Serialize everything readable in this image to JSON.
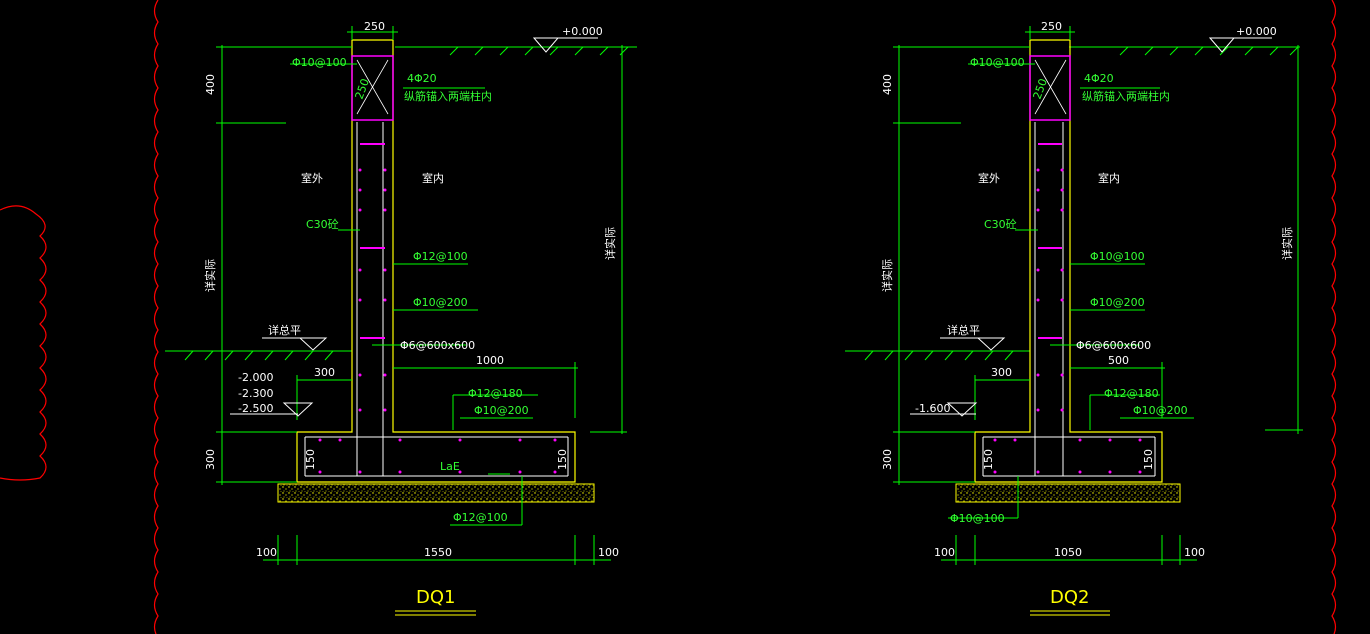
{
  "colors": {
    "background": "#000000",
    "dimension": "#00ff00",
    "outline": "#ffffff",
    "concrete": "#ffff00",
    "rebar": "#ff00ff",
    "revision_cloud": "#ff0000"
  },
  "sections": [
    {
      "title": "DQ1",
      "dims": {
        "wall_thickness": "250",
        "top_height": "400",
        "base_height": "300",
        "edge_left": "100",
        "edge_right": "100",
        "base_width": "1550",
        "heel_width": "1000",
        "toe_width": "300",
        "beam_size": "250",
        "base_150_left": "150",
        "base_150_right": "150"
      },
      "labels": {
        "elev_top": "+0.000",
        "stirrup_top": "Φ10@100",
        "beam_bars_line1": "4Φ20",
        "beam_bars_line2": "纵筋锚入两端柱内",
        "outside": "室外",
        "inside": "室内",
        "concrete_grade": "C30砼",
        "rebar_1": "Φ12@100",
        "rebar_2": "Φ10@200",
        "tie_bars": "Φ6@600x600",
        "rebar_heel_top": "Φ12@180",
        "rebar_heel_dist": "Φ10@200",
        "anchor_len": "LaE",
        "rebar_bottom": "Φ12@100",
        "elevations": [
          "-2.000",
          "-2.300",
          "-2.500"
        ],
        "ground_left": "详总平",
        "vert_left": "详实际",
        "vert_right": "详实际"
      }
    },
    {
      "title": "DQ2",
      "dims": {
        "wall_thickness": "250",
        "top_height": "400",
        "base_height": "300",
        "edge_left": "100",
        "edge_right": "100",
        "base_width": "1050",
        "heel_width": "500",
        "toe_width": "300",
        "beam_size": "250",
        "base_150_left": "150",
        "base_150_right": "150"
      },
      "labels": {
        "elev_top": "+0.000",
        "stirrup_top": "Φ10@100",
        "beam_bars_line1": "4Φ20",
        "beam_bars_line2": "纵筋锚入两端柱内",
        "outside": "室外",
        "inside": "室内",
        "concrete_grade": "C30砼",
        "rebar_1": "Φ10@100",
        "rebar_2": "Φ10@200",
        "tie_bars": "Φ6@600x600",
        "rebar_heel_top": "Φ12@180",
        "rebar_heel_dist": "Φ10@200",
        "rebar_bottom": "Φ10@100",
        "elevations": [
          "-1.600"
        ],
        "ground_left": "详总平",
        "vert_left": "详实际",
        "vert_right": "详实际"
      }
    }
  ]
}
